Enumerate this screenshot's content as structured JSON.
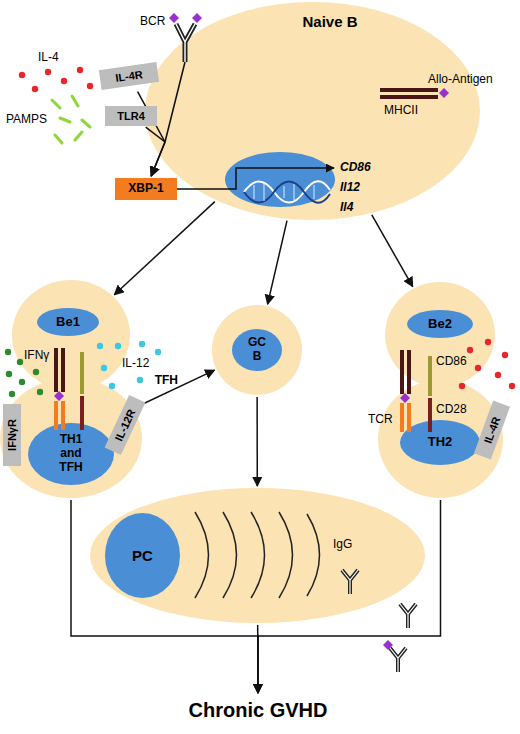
{
  "diagram": {
    "nodes": [
      {
        "text": [
          "Naive B"
        ]
      },
      {
        "text": [
          "XBP-1"
        ],
        "in": 0
      },
      {
        "text": [
          "IL-4R"
        ]
      },
      {
        "text": [
          "TLR4"
        ]
      },
      {
        "text": [
          "Be1"
        ]
      },
      {
        "text": [
          "TH1 and TFH"
        ]
      },
      {
        "text": [
          "IFNγR"
        ]
      },
      {
        "text": [
          "IL-12R"
        ]
      },
      {
        "text": [
          "GC B"
        ]
      },
      {
        "text": [
          "Be2"
        ]
      },
      {
        "text": [
          "TH2"
        ]
      },
      {
        "text": [
          "IL-4R"
        ]
      },
      {
        "text": [
          "PC"
        ]
      },
      {
        "text": [
          "Chronic GVHD"
        ]
      }
    ],
    "edges": [
      {
        "from": 2,
        "to": 1,
        "arrow": "to"
      },
      {
        "from": 3,
        "to": 1,
        "arrow": "to"
      },
      {
        "from": 0,
        "to": 4,
        "arrow": "to"
      },
      {
        "from": 0,
        "to": 8,
        "arrow": "to"
      },
      {
        "from": 0,
        "to": 9,
        "arrow": "to"
      },
      {
        "from": 5,
        "to": 8,
        "label": "TFH",
        "arrow": "to"
      },
      {
        "from": 8,
        "to": 12,
        "arrow": "to"
      },
      {
        "from": 5,
        "to": 13,
        "arrow": "to"
      },
      {
        "from": 12,
        "to": 13,
        "arrow": "to"
      },
      {
        "from": 10,
        "to": 13,
        "arrow": "to"
      }
    ],
    "labels": [
      "BCR",
      "IL-4",
      "PAMPS",
      "Allo-Antigen",
      "MHCII",
      "CD86",
      "Il12",
      "Il4",
      "IFNγ",
      "IL-12",
      "CD86",
      "TCR",
      "CD28",
      "IgG"
    ]
  }
}
